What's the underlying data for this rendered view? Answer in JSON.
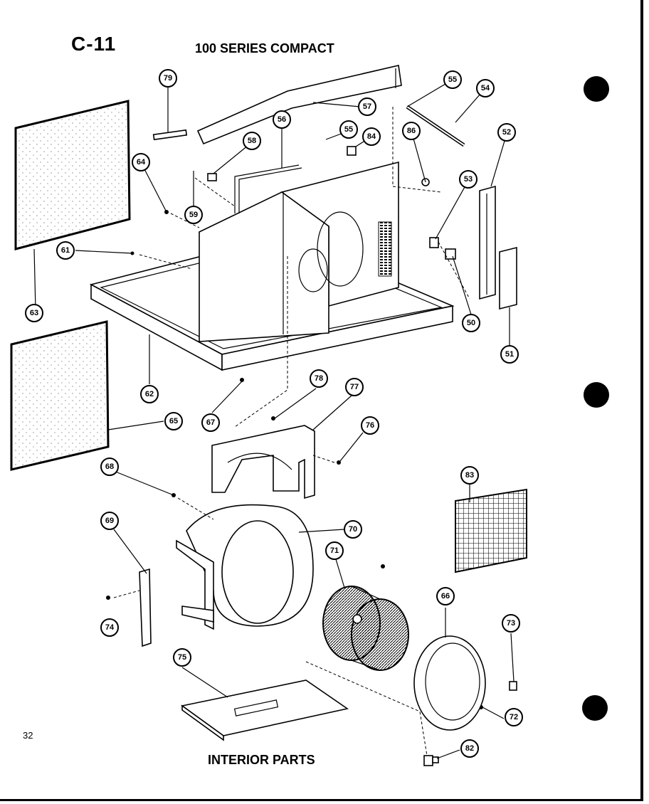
{
  "header": {
    "sheet_id": "C-11",
    "title": "100 SERIES COMPACT"
  },
  "footer": {
    "page_number": "32",
    "caption": "INTERIOR PARTS"
  },
  "callouts": [
    "79",
    "57",
    "55",
    "54",
    "56",
    "55",
    "84",
    "86",
    "52",
    "58",
    "64",
    "59",
    "53",
    "61",
    "63",
    "50",
    "51",
    "62",
    "65",
    "67",
    "78",
    "77",
    "76",
    "68",
    "83",
    "69",
    "70",
    "71",
    "66",
    "73",
    "75",
    "72",
    "74",
    "82"
  ]
}
